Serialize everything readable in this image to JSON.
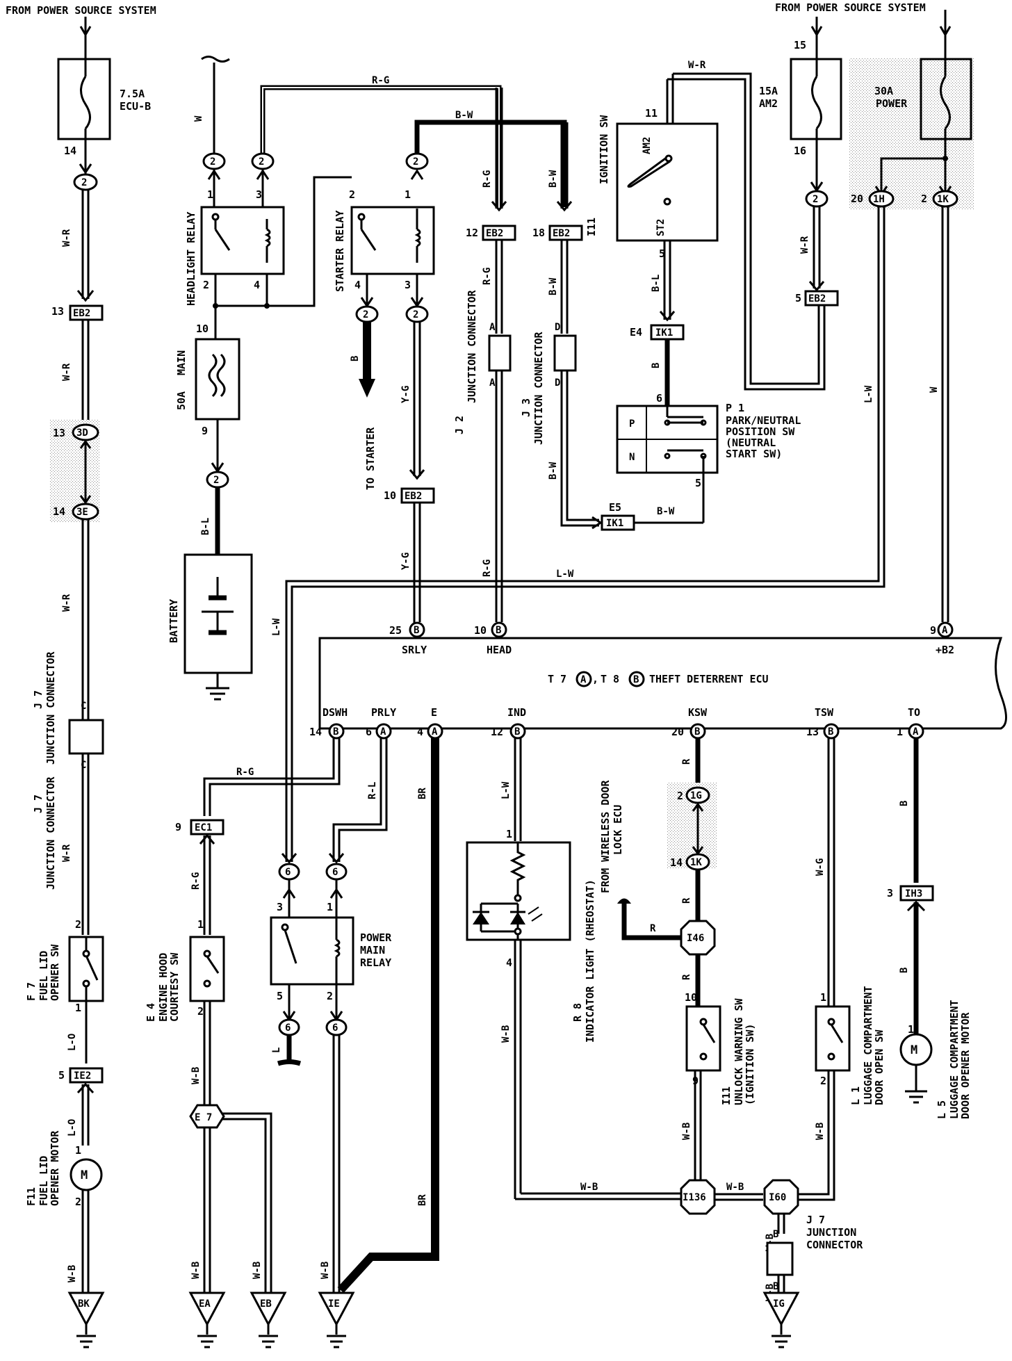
{
  "header": {
    "left_source": "FROM POWER SOURCE SYSTEM",
    "right_source": "FROM POWER SOURCE SYSTEM"
  },
  "fuses": {
    "ecu_b": {
      "amp": "7.5A",
      "name": "ECU-B",
      "pin": "14"
    },
    "main": {
      "amp": "50A",
      "name": "MAIN",
      "pin_top": "10",
      "pin_bottom": "9"
    },
    "am2": {
      "amp": "15A",
      "name": "AM2",
      "pin_top": "15",
      "pin_bottom": "16"
    },
    "power": {
      "amp": "30A",
      "name": "POWER"
    }
  },
  "relays": {
    "headlight": {
      "name": "HEADLIGHT RELAY",
      "pins": [
        "1",
        "3",
        "2",
        "4"
      ]
    },
    "starter": {
      "name": "STARTER RELAY",
      "pins": [
        "2",
        "1",
        "4",
        "3"
      ]
    },
    "power_main": {
      "name": [
        "POWER",
        "MAIN",
        "RELAY"
      ],
      "pins": [
        "3",
        "1",
        "5",
        "2"
      ]
    }
  },
  "ignition_sw": {
    "id": "I11",
    "name": "IGNITION SW",
    "am2": "AM2",
    "st2": "ST2",
    "pin_am2": "11",
    "pin_st2": "5"
  },
  "park_neutral": {
    "id": "P 1",
    "lines": [
      "PARK/NEUTRAL",
      "POSITION SW",
      "(NEUTRAL",
      "START SW)"
    ],
    "p": "P",
    "n": "N",
    "pin_top": "6",
    "pin_bottom": "5"
  },
  "junctions": {
    "j2": {
      "id": "J 2",
      "name": "JUNCTION CONNECTOR",
      "a": "A"
    },
    "j3": {
      "id": "J 3",
      "name": "JUNCTION CONNECTOR",
      "d": "D"
    },
    "j7_left": {
      "id": "J 7",
      "name": "JUNCTION CONNECTOR",
      "c": "C"
    },
    "j7_right": {
      "id": "J 7",
      "name1": "JUNCTION",
      "name2": "CONNECTOR",
      "b": "B"
    }
  },
  "connectors": {
    "c2": "2",
    "eb2": "EB2",
    "c3d": "3D",
    "c3e": "3E",
    "ie2": "IE2",
    "ec1": "EC1",
    "ik1": "IK1",
    "c1h": "1H",
    "c1k": "1K",
    "c6": "6",
    "c1g": "1G",
    "ih3": "IH3",
    "i46": "I46",
    "i136": "I136",
    "i60": "I60",
    "e7": "E 7",
    "e4_label": "E4",
    "e5_label": "E5"
  },
  "pins": {
    "p13": "13",
    "p13b": "13",
    "p14": "14",
    "p5": "5",
    "p12": "12",
    "p18": "18",
    "p10": "10",
    "p20": "20",
    "p2": "2",
    "p9": "9",
    "p5r": "5",
    "p3": "3",
    "p1": "1",
    "p4": "4"
  },
  "grounds": [
    "BK",
    "EA",
    "EB",
    "IE",
    "IG"
  ],
  "wire_colors": {
    "wr": "W-R",
    "rg": "R-G",
    "bw": "B-W",
    "w": "W",
    "bl": "B-L",
    "yg": "Y-G",
    "b": "B",
    "lw": "L-W",
    "lo": "L-O",
    "wb": "W-B",
    "rl": "R-L",
    "br": "BR",
    "r": "R",
    "wg": "W-G",
    "l": "L"
  },
  "ecu": {
    "title": "THEFT DETERRENT ECU",
    "prefix_a": "T 7",
    "prefix_b": "T 8",
    "circle_a": "A",
    "circle_b": "B",
    "dot": ",",
    "top_pins": [
      {
        "num": "25",
        "conn": "B",
        "name": "SRLY"
      },
      {
        "num": "10",
        "conn": "B",
        "name": "HEAD"
      },
      {
        "num": "9",
        "conn": "A",
        "name": "+B2"
      }
    ],
    "bottom_pins": [
      {
        "num": "14",
        "conn": "B",
        "name": "DSWH"
      },
      {
        "num": "6",
        "conn": "A",
        "name": "PRLY"
      },
      {
        "num": "4",
        "conn": "A",
        "name": "E"
      },
      {
        "num": "12",
        "conn": "B",
        "name": "IND"
      },
      {
        "num": "20",
        "conn": "B",
        "name": "KSW"
      },
      {
        "num": "13",
        "conn": "B",
        "name": "TSW"
      },
      {
        "num": "1",
        "conn": "A",
        "name": "TO"
      }
    ]
  },
  "components": {
    "battery": "BATTERY",
    "to_starter": "TO STARTER",
    "fuel_lid_sw": {
      "id": "F 7",
      "lines": [
        "FUEL LID",
        "OPENER SW"
      ]
    },
    "fuel_lid_motor": {
      "id": "F11",
      "lines": [
        "FUEL LID",
        "OPENER MOTOR"
      ]
    },
    "hood_sw": {
      "id": "E 4",
      "lines": [
        "ENGINE HOOD",
        "COURTESY SW"
      ]
    },
    "indicator": {
      "id": "R 8",
      "lines": [
        "INDICATOR LIGHT (RHEOSTAT)"
      ]
    },
    "wireless": {
      "lines": [
        "FROM WIRELESS DOOR",
        "LOCK ECU"
      ]
    },
    "unlock_sw": {
      "id": "I11",
      "lines": [
        "UNLOCK WARNING SW",
        "(IGNITION SW)"
      ]
    },
    "lug_sw": {
      "id": "L 1",
      "lines": [
        "LUGGAGE COMPARTMENT",
        "DOOR OPEN SW"
      ]
    },
    "lug_motor": {
      "id": "L 5",
      "lines": [
        "LUGGAGE COMPARTMENT",
        "DOOR OPENER MOTOR"
      ]
    },
    "motor_symbol": "M"
  }
}
